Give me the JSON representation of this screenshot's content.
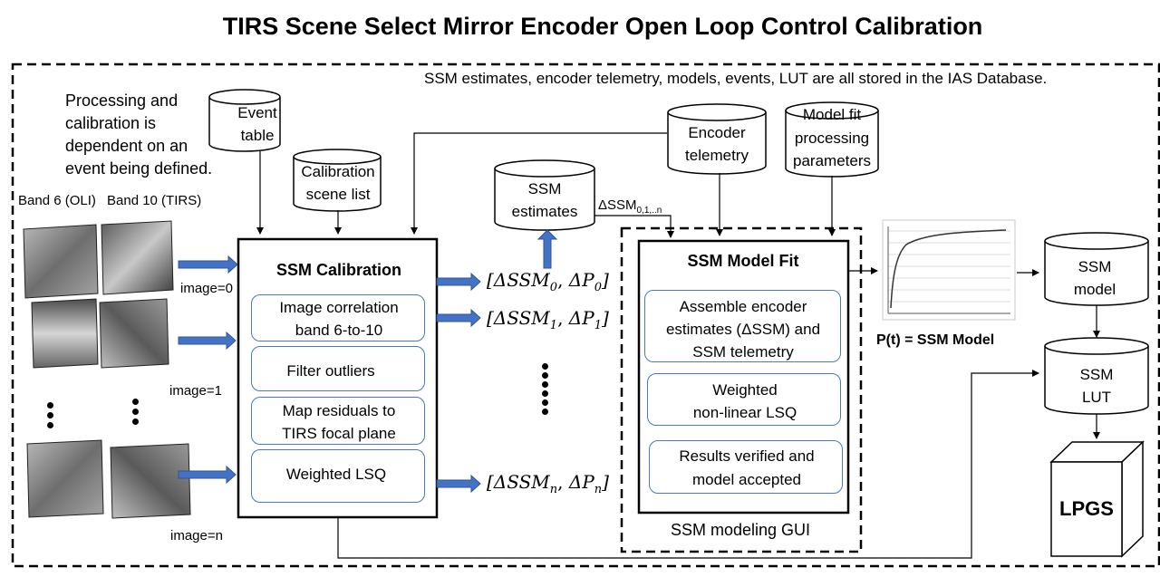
{
  "title": "TIRS Scene Select Mirror Encoder Open Loop Control Calibration",
  "database_note": "SSM estimates, encoder telemetry, models, events, LUT are all stored in the IAS Database.",
  "processing_note": [
    "Processing and",
    "calibration is",
    "dependent on an",
    "event being defined."
  ],
  "band_labels": {
    "oli": "Band 6 (OLI)",
    "tirs": "Band 10 (TIRS)"
  },
  "image_labels": [
    "image=0",
    "image=1",
    "image=n"
  ],
  "databases": {
    "event_table": [
      "Event",
      "table"
    ],
    "calibration_scene_list": [
      "Calibration",
      "scene list"
    ],
    "ssm_estimates": [
      "SSM",
      "estimates"
    ],
    "encoder_telemetry": [
      "Encoder",
      "telemetry"
    ],
    "model_fit_parameters": [
      "Model fit",
      "processing",
      "parameters"
    ],
    "ssm_model": [
      "SSM",
      "model"
    ],
    "ssm_lut": [
      "SSM",
      "LUT"
    ]
  },
  "ssm_calibration": {
    "title": "SSM Calibration",
    "steps": [
      [
        "Image correlation",
        "band 6-to-10"
      ],
      [
        "Filter outliers"
      ],
      [
        "Map residuals to",
        "TIRS focal plane"
      ],
      [
        "Weighted LSQ"
      ]
    ]
  },
  "outputs": {
    "rows": [
      {
        "ssm_sub": "0",
        "p_sub": "0"
      },
      {
        "ssm_sub": "1",
        "p_sub": "1"
      },
      {
        "ssm_sub": "n",
        "p_sub": "n"
      }
    ],
    "delta_label": "ΔSSM",
    "delta_sub": "0,1,..n"
  },
  "ssm_model_fit": {
    "title": "SSM Model Fit",
    "steps": [
      [
        "Assemble encoder",
        "estimates (ΔSSM) and",
        "SSM telemetry"
      ],
      [
        "Weighted",
        "non-linear LSQ"
      ],
      [
        "Results verified and",
        "model accepted"
      ]
    ]
  },
  "gui_label": "SSM modeling GUI",
  "model_curve_label": "P(t) = SSM Model",
  "lpgs": "LPGS",
  "colors": {
    "arrow_blue": "#4472c4",
    "box_border": "#4a78b8"
  }
}
